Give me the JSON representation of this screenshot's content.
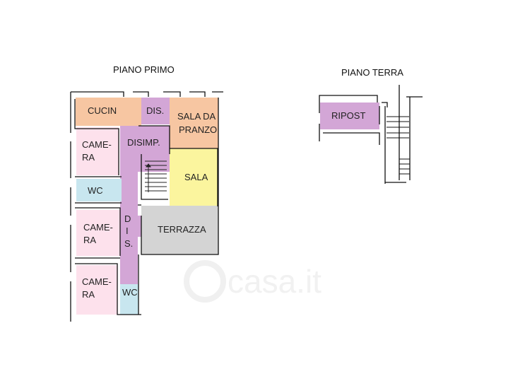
{
  "titles": {
    "first_floor": "PIANO PRIMO",
    "ground_floor": "PIANO TERRA"
  },
  "rooms": {
    "cucina": "CUCIN",
    "dis_top": "DIS.",
    "sala_da_pranzo_1": "SALA DA",
    "sala_da_pranzo_2": "PRANZO",
    "disimp": "DISIMP.",
    "camera": [
      "CAME-",
      "RA"
    ],
    "wc": "WC",
    "sala": "SALA",
    "dis_corridor": [
      "D",
      "I",
      "S."
    ],
    "terrazza": "TERRAZZA",
    "ripost": "RIPOST"
  },
  "watermark": "casa.it",
  "colors": {
    "orange": "#f7c6a2",
    "purple": "#d3a6d6",
    "pink": "#fde1ec",
    "blue": "#c8e6ef",
    "yellow": "#fbf59e",
    "gray": "#d4d4d4"
  }
}
